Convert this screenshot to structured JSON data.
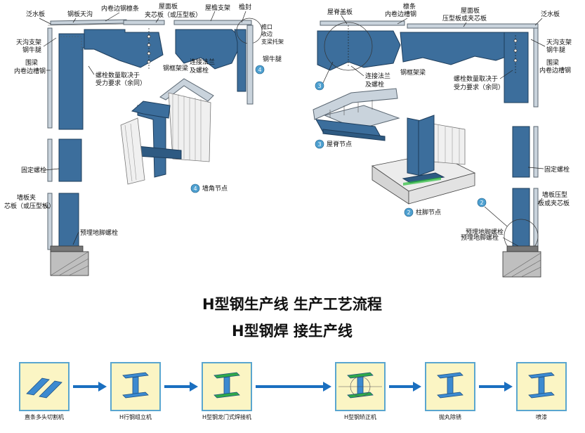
{
  "left_diagram": {
    "labels": {
      "flashing": "泛水板",
      "steel_gutter": "钢板天沟",
      "inner_purlin": "内卷边钢檩条",
      "roof_panel": "屋面板",
      "sandwich_panel": "夹芯板（或压型板）",
      "eave_brace": "屋檐支架",
      "eave_seal": "檐封",
      "eave_edge": "檐口",
      "eave_edge2": "收边",
      "support_beam": "支梁托架",
      "gutter_bracket": "天沟支架",
      "steel_corbel": "钢牛腿",
      "girt": "围梁",
      "inner_channel": "内卷边槽钢",
      "bolt_note1": "螺栓数量取决于",
      "bolt_note2": "受力要求（余同）",
      "frame_beam": "钢框架梁",
      "flange": "连接法兰",
      "flange2": "及螺栓",
      "corbel": "钢牛腿",
      "fixed_bolt": "固定螺栓",
      "wall_clip": "墙板夹",
      "core_panel": "芯板（或压型板）",
      "anchor_bolt": "预埋地脚螺栓",
      "wall_corner_num": "4",
      "wall_corner": "墙角节点",
      "circle4": "4"
    }
  },
  "right_diagram": {
    "labels": {
      "ridge_cap": "屋脊盖板",
      "purlin": "檩条",
      "inner_channel_steel": "内卷边槽钢",
      "roof_panel": "屋面板",
      "pressed_panel": "压型板或夹芯板",
      "flashing": "泛水板",
      "gutter_bracket": "天沟支架",
      "steel_corbel": "钢牛腿",
      "flange": "连接法兰",
      "flange2": "及螺栓",
      "frame_beam": "钢框架梁",
      "bolt_note1": "螺栓数量取决于",
      "bolt_note2": "受力要求（余同）",
      "girt": "围梁",
      "inner_channel": "内卷边槽钢",
      "ridge_num": "3",
      "ridge_node": "屋脊节点",
      "fixed_bolt": "固定螺栓",
      "wall_panel1": "墙板压型",
      "wall_panel2": "板或夹芯板",
      "anchor_bolt1": "预埋地脚螺栓",
      "anchor_bolt2": "预埋地脚螺栓",
      "column_num": "2",
      "column_node": "柱脚节点",
      "circle3": "3",
      "circle2": "2"
    }
  },
  "titles": {
    "line1": "H型钢生产线  生产工艺流程",
    "line2": "H型钢焊  接生产线"
  },
  "process_steps": [
    {
      "caption": "直条多头切割机"
    },
    {
      "caption": "H行钢组立机"
    },
    {
      "caption": "H型钢龙门式焊接机"
    },
    {
      "caption": "H型钢矫正机"
    },
    {
      "caption": "抛丸除锈"
    },
    {
      "caption": "喷漆"
    }
  ],
  "colors": {
    "steel_blue": "#3c6e9c",
    "box_fill": "#fbf5c4",
    "box_border": "#5aa6cf",
    "arrow": "#1a6fc0",
    "weld_green": "#2fa84a"
  }
}
